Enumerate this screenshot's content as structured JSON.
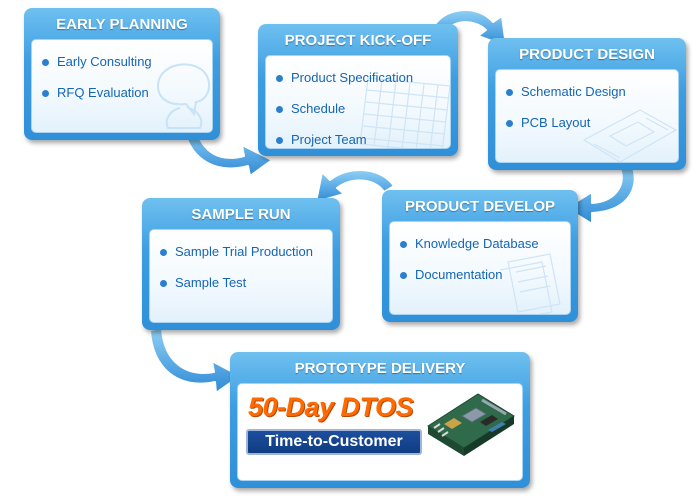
{
  "stages": {
    "early_planning": {
      "title": "EARLY PLANNING",
      "items": [
        "Early Consulting",
        "RFQ Evaluation"
      ]
    },
    "project_kickoff": {
      "title": "PROJECT KICK-OFF",
      "items": [
        "Product Specification",
        "Schedule",
        "Project Team"
      ]
    },
    "product_design": {
      "title": "PRODUCT DESIGN",
      "items": [
        "Schematic Design",
        "PCB Layout"
      ]
    },
    "product_develop": {
      "title": "PRODUCT DEVELOP",
      "items": [
        "Knowledge Database",
        "Documentation"
      ]
    },
    "sample_run": {
      "title": "SAMPLE RUN",
      "items": [
        "Sample Trial Production",
        "Sample Test"
      ]
    },
    "prototype_delivery": {
      "title": "PROTOTYPE DELIVERY",
      "headline": "50-Day DTOS",
      "badge": "Time-to-Customer"
    }
  },
  "colors": {
    "card_blue": "#3d9ee2",
    "item_text": "#1565b5",
    "headline_orange": "#ff6a00",
    "badge_navy": "#103c82"
  },
  "icons": {
    "arrow": "curved-arrow-icon",
    "board": "motherboard-icon"
  }
}
